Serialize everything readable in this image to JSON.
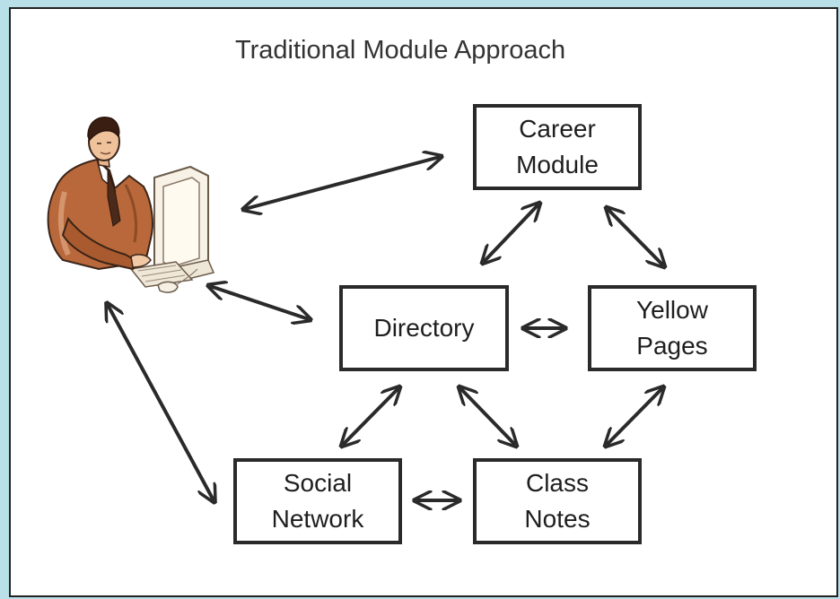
{
  "title": "Traditional Module Approach",
  "nodes": {
    "career": {
      "line1": "Career",
      "line2": "Module"
    },
    "directory": {
      "line1": "Directory"
    },
    "yellow_pages": {
      "line1": "Yellow",
      "line2": "Pages"
    },
    "social_network": {
      "line1": "Social",
      "line2": "Network"
    },
    "class_notes": {
      "line1": "Class",
      "line2": "Notes"
    }
  },
  "user_figure": {
    "icon": "person-at-computer-icon"
  },
  "colors": {
    "background": "#b9dfe8",
    "canvas": "#ffffff",
    "stroke": "#2a2a2a",
    "suit": "#b8683a"
  }
}
